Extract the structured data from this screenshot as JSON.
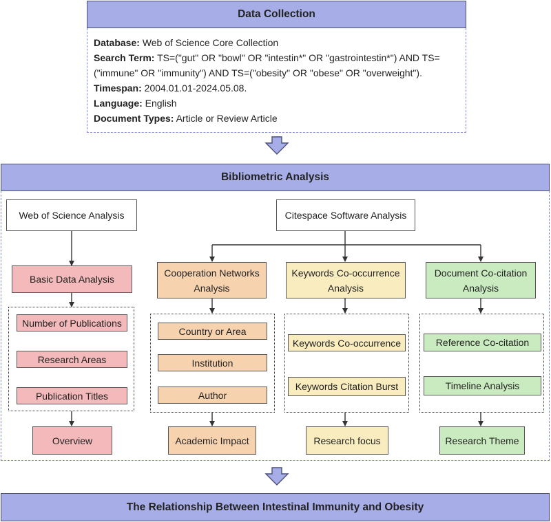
{
  "data_collection": {
    "title": "Data Collection",
    "database_label": "Database:",
    "database_value": "Web of Science Core Collection",
    "search_term_label": "Search Term:",
    "search_term_value_line1": "TS=(\"gut\" OR \"bowl\" OR \"intestin*\" OR \"gastrointestin*\") AND TS=",
    "search_term_value_line2": "(\"immune\" OR \"immunity\") AND TS=(\"obesity\" OR \"obese\" OR \"overweight\").",
    "timespan_label": "Timespan:",
    "timespan_value": "2004.01.01-2024.05.08.",
    "language_label": "Language:",
    "language_value": "English",
    "doctype_label": "Document Types:",
    "doctype_value": "Article or Review Article"
  },
  "bibliometric": {
    "title": "Bibliometric Analysis",
    "wos_analysis": "Web of Science Analysis",
    "citespace_analysis": "Citespace Software Analysis",
    "basic": {
      "title": "Basic Data Analysis",
      "items": [
        "Number of Publications",
        "Research Areas",
        "Publication Titles"
      ],
      "result": "Overview"
    },
    "cooperation": {
      "title": "Cooperation Networks Analysis",
      "items": [
        "Country or Area",
        "Institution",
        "Author"
      ],
      "result": "Academic Impact"
    },
    "keywords": {
      "title": "Keywords Co-occurrence Analysis",
      "items": [
        "Keywords Co-occurrence",
        "Keywords Citation Burst"
      ],
      "result": "Research focus"
    },
    "document": {
      "title": "Document Co-citation Analysis",
      "items": [
        "Reference Co-citation",
        "Timeline Analysis"
      ],
      "result": "Research Theme"
    }
  },
  "conclusion": {
    "title": "The Relationship Between Intestinal Immunity and Obesity"
  },
  "colors": {
    "header_fill": "#a7aee7",
    "dashed_border": "#7f88df",
    "arrow_fill": "#a7aee7",
    "pink": "#f3b9bb",
    "orange": "#f7d2af",
    "yellow": "#f9ecbf",
    "green": "#c9ebbf"
  }
}
